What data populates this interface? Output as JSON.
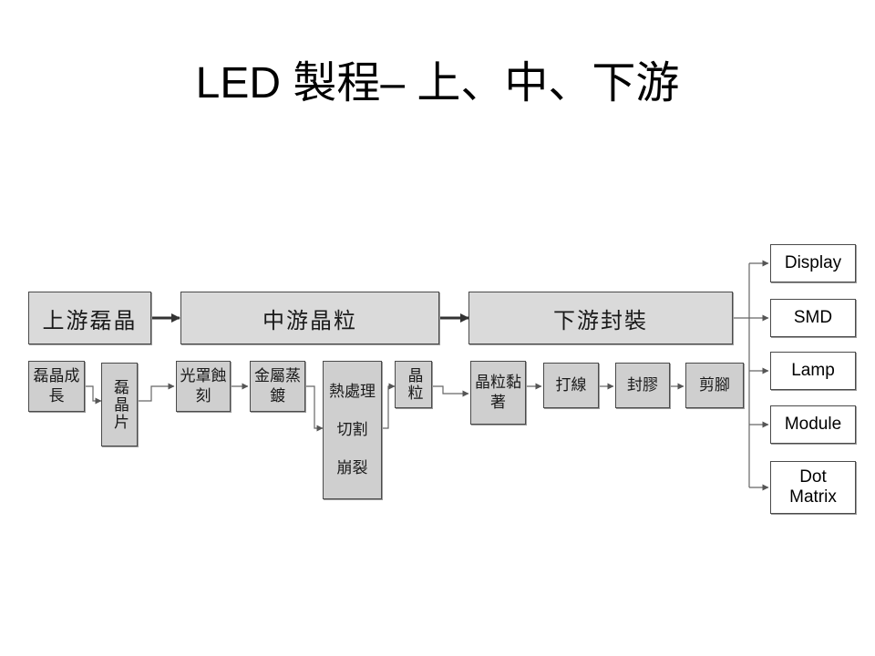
{
  "title": "LED 製程– 上、中、下游",
  "stages": {
    "upstream": "上游磊晶",
    "midstream": "中游晶粒",
    "downstream": "下游封裝"
  },
  "steps": {
    "epi_growth": "磊晶成長",
    "epi_wafer": "磊晶片",
    "photo_etch": "光罩蝕刻",
    "metal_deposit": "金屬蒸鍍",
    "heat_treat": "熱處理",
    "cutting": "切割",
    "cleaving": "崩裂",
    "die": "晶粒",
    "die_bond": "晶粒黏著",
    "wire_bond": "打線",
    "encapsulate": "封膠",
    "trim_leads": "剪腳"
  },
  "products": {
    "display": "Display",
    "smd": "SMD",
    "lamp": "Lamp",
    "module": "Module",
    "dot_matrix": "Dot Matrix"
  },
  "colors": {
    "box_fill": "#cfcfcf",
    "band_fill": "#dadada",
    "border": "#4a4a4a",
    "arrow": "#555555",
    "product_fill": "#ffffff"
  }
}
